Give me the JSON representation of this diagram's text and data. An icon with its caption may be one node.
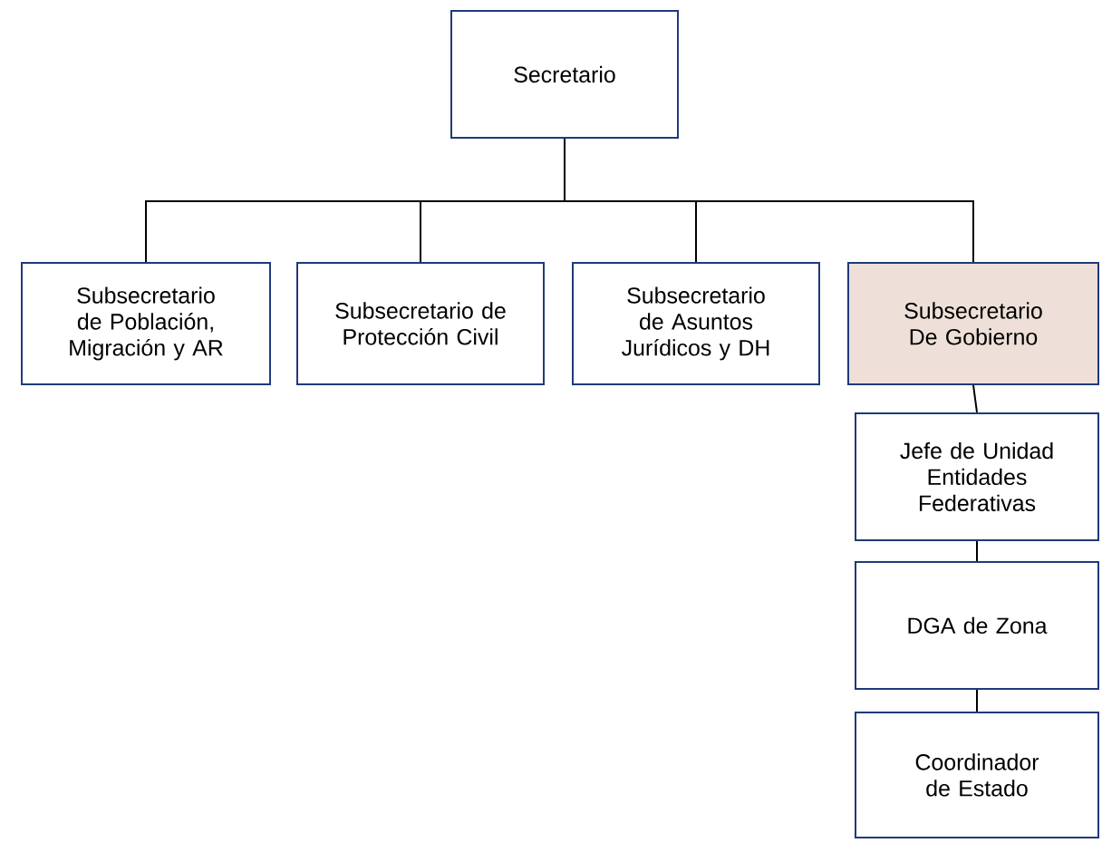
{
  "diagram": {
    "nodes": [
      {
        "text": [
          "Secretario"
        ]
      },
      {
        "text": [
          "Subsecretario de Población, Migración y AR"
        ]
      },
      {
        "text": [
          "Subsecretario de Protección Civil"
        ]
      },
      {
        "text": [
          "Subsecretario de Asuntos Jurídicos y DH"
        ]
      },
      {
        "text": [
          "Subsecretario De Gobierno"
        ]
      },
      {
        "text": [
          "Jefe de Unidad Entidades Federativas"
        ]
      },
      {
        "text": [
          "DGA de Zona"
        ]
      },
      {
        "text": [
          "Coordinador de Estado"
        ]
      }
    ],
    "edges": [
      {
        "from": 0,
        "to": 1,
        "arrow": "none"
      },
      {
        "from": 0,
        "to": 2,
        "arrow": "none"
      },
      {
        "from": 0,
        "to": 3,
        "arrow": "none"
      },
      {
        "from": 0,
        "to": 4,
        "arrow": "none"
      },
      {
        "from": 4,
        "to": 5,
        "arrow": "none"
      },
      {
        "from": 5,
        "to": 6,
        "arrow": "none"
      },
      {
        "from": 6,
        "to": 7,
        "arrow": "none"
      }
    ]
  }
}
